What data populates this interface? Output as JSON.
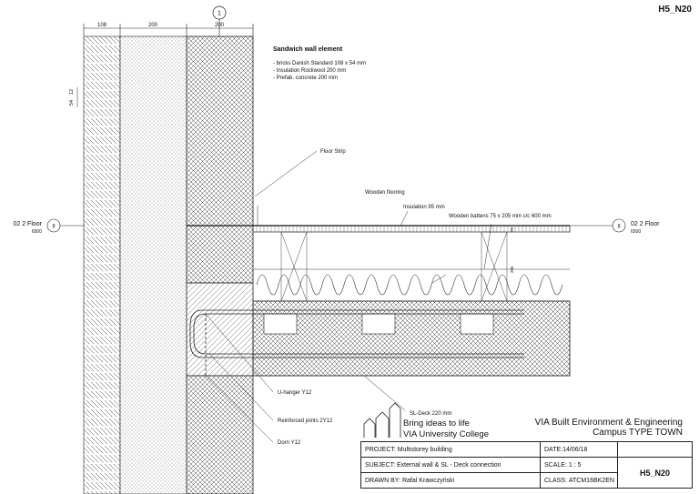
{
  "sheet_id": "H5_N20",
  "grid_bubble": "1",
  "dims": {
    "d1": "108",
    "d2": "200",
    "d3": "200",
    "brick_h": "54",
    "joint": "12"
  },
  "level": {
    "left_label": "02 2 Floor",
    "left_value": "6500",
    "left_symbol": "II",
    "right_label": "02 2 Floor",
    "right_value": "6500",
    "right_symbol": "II"
  },
  "notes": {
    "wall_title": "Sandwich wall element",
    "wall_items": [
      "- bricks Danish Standard 108 x 54 mm",
      "- Insulation Rockwool 200 mm",
      "- Prefab. concrete 200 mm"
    ],
    "floor_strip": "Floor Strip",
    "wooden_flooring": "Wooden flooring",
    "insulation": "Insulation 95 mm",
    "battens": "Wooden battens 75 x 205 mm c/c 600 mm",
    "dim_75": "75",
    "dim_205": "205",
    "u_hanger": "U-hanger Y12",
    "reinforced": "Reinforced joints  2Y12",
    "dorn": "Dorn Y12",
    "deck": "SL-Deck 220 mm"
  },
  "brand": {
    "slogan_line1": "Bring ideas to life",
    "slogan_line2": "VIA University College",
    "org_line1": "VIA Built Environment & Engineering",
    "org_line2": "Campus TYPE TOWN"
  },
  "title_block": {
    "project_label": "PROJECT:",
    "project": "Multistorey building",
    "date_label": "DATE:",
    "date": "14/06/18",
    "subject_label": "SUBJECT:",
    "subject": "External wall & SL - Deck connection",
    "scale_label": "SCALE:",
    "scale": "1 : 5",
    "drawn_label": "DRAWN BY:",
    "drawn": "Rafal Krawczyński",
    "class_label": "CLASS:",
    "class": "ATCM16BK2EN",
    "code": "H5_N20"
  }
}
